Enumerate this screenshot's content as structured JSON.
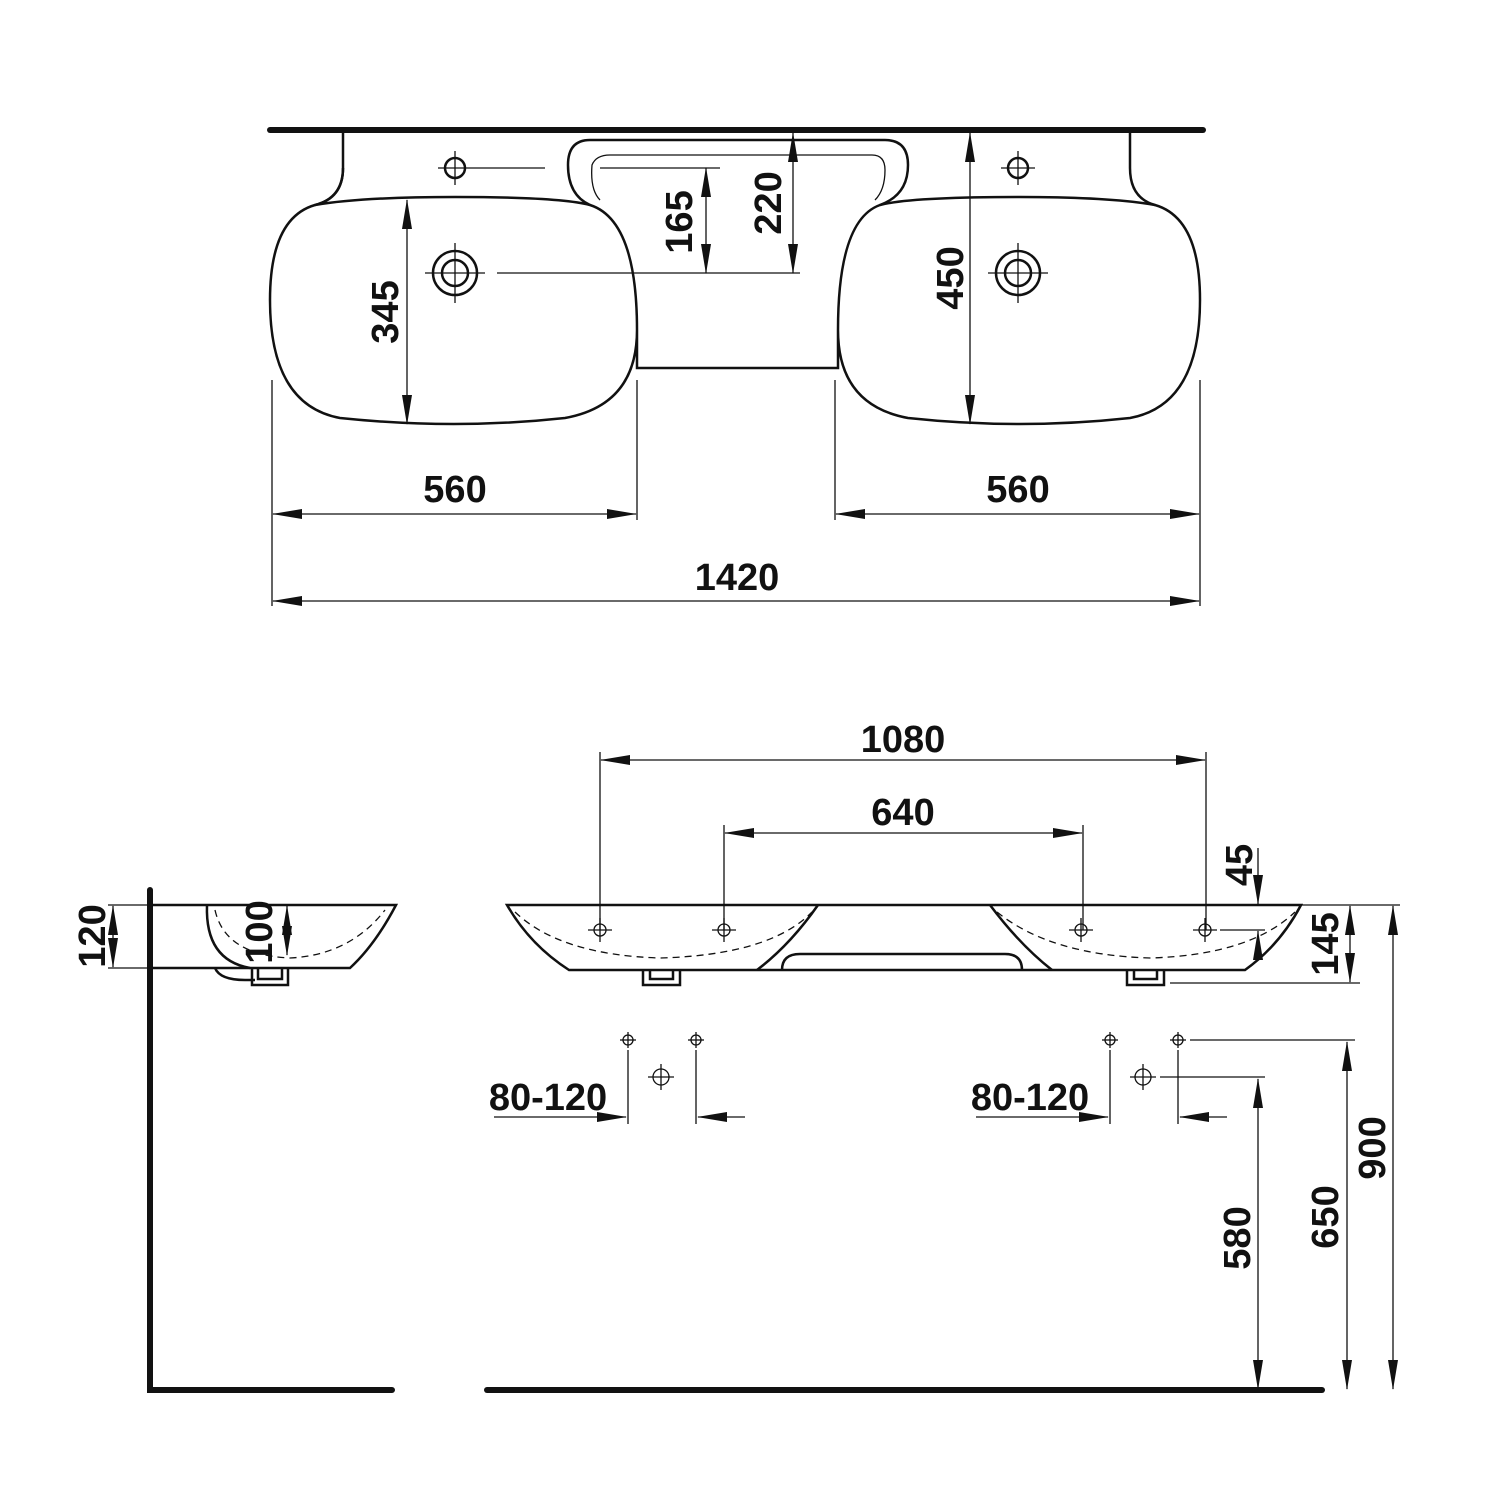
{
  "diagram": {
    "plan_view": {
      "basin_depth": "345",
      "tap_hole_to_edge": "165",
      "tap_hole_to_wall": "220",
      "total_depth": "450",
      "left_basin_width": "560",
      "right_basin_width": "560",
      "total_width": "1420"
    },
    "front_view": {
      "waste_spacing": "1080",
      "tap_spacing": "640",
      "tap_drop": "45",
      "basin_height": "145",
      "left_fixing_range": "80-120",
      "right_fixing_range": "80-120",
      "fixing_height": "580",
      "waste_height": "650",
      "rim_height": "900"
    },
    "side_view": {
      "basin_height": "120",
      "bowl_depth": "100"
    }
  }
}
